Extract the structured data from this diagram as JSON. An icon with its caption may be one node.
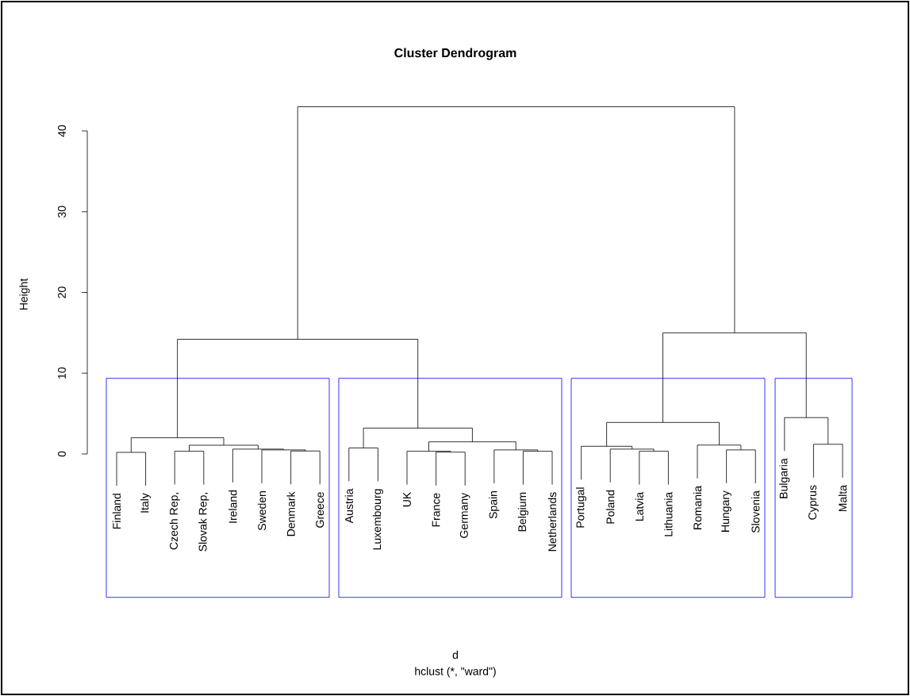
{
  "diagram": {
    "title": "Cluster Dendrogram",
    "nodes": [
      {
        "text": [
          "Finland",
          "Italy",
          "Czech Rep,",
          "Slovak Rep,",
          "Ireland",
          "Sweden",
          "Denmark",
          "Greece"
        ]
      },
      {
        "text": [
          "Austria",
          "Luxembourg",
          "UK",
          "France",
          "Germany",
          "Spain",
          "Belgium",
          "Netherlands"
        ]
      },
      {
        "text": [
          "Portugal",
          "Poland",
          "Latvia",
          "Lithuania",
          "Romania",
          "Hungary",
          "Slovenia"
        ]
      },
      {
        "text": [
          "Bulgaria",
          "Cyprus",
          "Malta"
        ]
      }
    ],
    "labels": [
      "0",
      "10",
      "20",
      "30",
      "40",
      "Height",
      "d",
      "hclust (*, \"ward\")"
    ]
  }
}
